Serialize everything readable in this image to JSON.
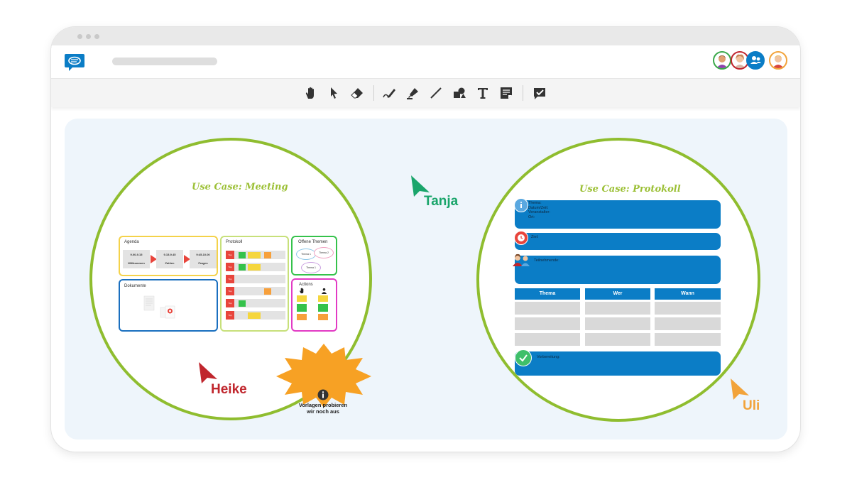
{
  "colors": {
    "accent_blue": "#0b7dc6",
    "circle_green": "#8fbd2f",
    "tanja": "#1aa56b",
    "heike": "#c0262d",
    "uli": "#f2a33a",
    "burst": "#f7a124"
  },
  "app": {
    "logo_icon": "chat-bubble-logo-icon"
  },
  "participants": [
    {
      "name": "participant-1",
      "border": "#3aa84a"
    },
    {
      "name": "participant-2",
      "border": "#c0262d"
    },
    {
      "name": "participants-group",
      "icon": "users-icon"
    },
    {
      "name": "participant-3",
      "border": "#f2a33a"
    }
  ],
  "toolbar": {
    "tools": [
      "hand-icon",
      "pointer-icon",
      "eraser-icon",
      "pen-icon",
      "highlighter-icon",
      "line-icon",
      "shapes-icon",
      "text-icon",
      "sticky-note-icon",
      "checkmark-note-icon"
    ]
  },
  "meeting": {
    "title": "Use Case: Meeting",
    "agenda": {
      "title": "Agenda",
      "items": [
        {
          "time": "9.00-9.15",
          "label": "Willkommen"
        },
        {
          "time": "9.15-9.45",
          "label": "Zahlen"
        },
        {
          "time": "9:45-10.00",
          "label": "Fragen"
        }
      ]
    },
    "protokoll": {
      "title": "Protokoll",
      "tag": "Top"
    },
    "offene_themen": {
      "title": "Offene Themen",
      "clouds": [
        "Thema 1",
        "Thema 2",
        "Thema 1"
      ]
    },
    "dokumente": {
      "title": "Dokumente"
    },
    "actions": {
      "title": "Actions"
    }
  },
  "burst": {
    "line1": "Vorlagen probieren",
    "line2": "wir noch aus",
    "icon": "info-icon"
  },
  "protokoll_template": {
    "title": "Use Case: Protokoll",
    "info_lines": [
      "Thema:",
      "Datum/Zeit:",
      "Veranstalter:",
      "Ort:"
    ],
    "ziel": "Ziel:",
    "teilnehmende": "Teilnehmende:",
    "table_headers": [
      "Thema",
      "Wer",
      "Wann"
    ],
    "vorbereitung": "Vorbereitung:"
  },
  "cursors": {
    "tanja": "Tanja",
    "heike": "Heike",
    "uli": "Uli"
  }
}
